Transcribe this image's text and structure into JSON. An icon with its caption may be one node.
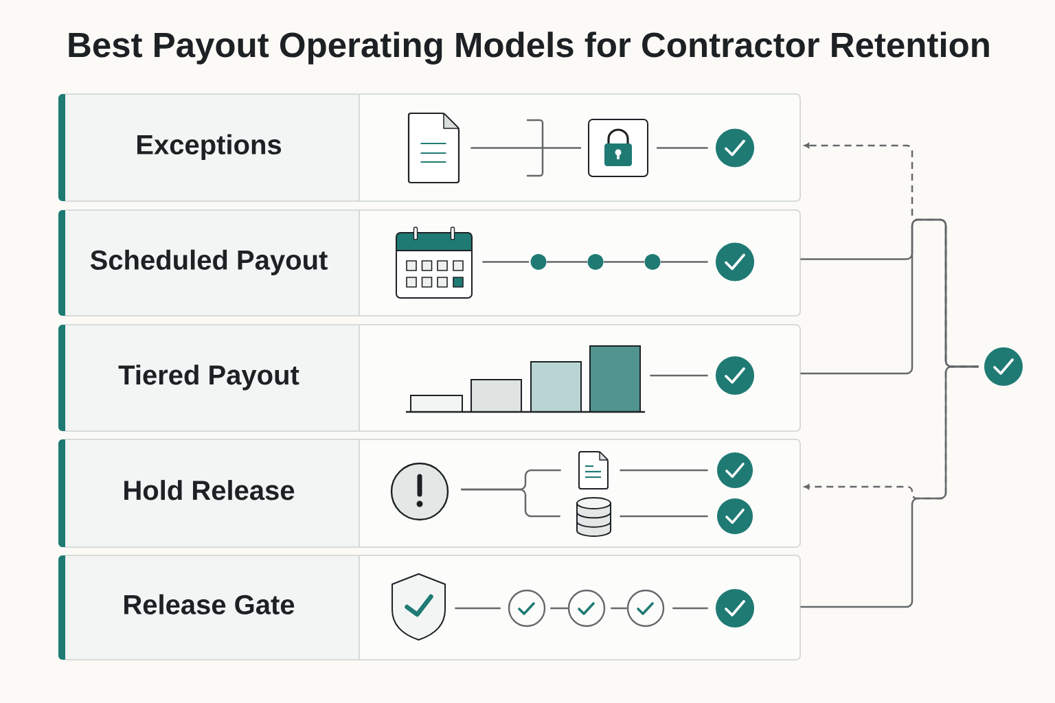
{
  "diagram": {
    "title": "Best Payout Operating Models for Contractor Retention",
    "nodes": [
      {
        "text": [
          "Exceptions"
        ]
      },
      {
        "text": [],
        "shape": "document",
        "in": 0
      },
      {
        "text": [],
        "shape": "box",
        "in": 0
      },
      {
        "text": [],
        "shape": "circle",
        "in": 0
      },
      {
        "text": [
          "Scheduled Payout"
        ]
      },
      {
        "text": [],
        "shape": "calendar",
        "in": 4
      },
      {
        "text": [],
        "shape": "circle",
        "in": 4
      },
      {
        "text": [],
        "shape": "circle",
        "in": 4
      },
      {
        "text": [],
        "shape": "circle",
        "in": 4
      },
      {
        "text": [],
        "shape": "circle",
        "in": 4
      },
      {
        "text": [
          "Tiered Payout"
        ]
      },
      {
        "text": [],
        "shape": "chart",
        "in": 10
      },
      {
        "text": [],
        "shape": "circle",
        "in": 10
      },
      {
        "text": [
          "Hold Release"
        ]
      },
      {
        "text": [],
        "shape": "circle",
        "in": 13
      },
      {
        "text": [],
        "shape": "document",
        "in": 13
      },
      {
        "text": [],
        "shape": "cylinder",
        "in": 13
      },
      {
        "text": [],
        "shape": "circle",
        "in": 13
      },
      {
        "text": [],
        "shape": "circle",
        "in": 13
      },
      {
        "text": [
          "Release Gate"
        ]
      },
      {
        "text": [],
        "shape": "shield",
        "in": 19
      },
      {
        "text": [],
        "shape": "circle",
        "in": 19
      },
      {
        "text": [],
        "shape": "circle",
        "in": 19
      },
      {
        "text": [],
        "shape": "circle",
        "in": 19
      },
      {
        "text": [],
        "shape": "circle",
        "in": 19
      },
      {
        "text": [],
        "shape": "circle"
      }
    ],
    "edges": [
      {
        "from": 1,
        "to": 2,
        "arrow": "none"
      },
      {
        "from": 2,
        "to": 3,
        "arrow": "none"
      },
      {
        "from": 5,
        "to": 6,
        "arrow": "none"
      },
      {
        "from": 6,
        "to": 7,
        "arrow": "none"
      },
      {
        "from": 7,
        "to": 8,
        "arrow": "none"
      },
      {
        "from": 8,
        "to": 9,
        "arrow": "none"
      },
      {
        "from": 11,
        "to": 12,
        "arrow": "none"
      },
      {
        "from": 14,
        "to": 15,
        "arrow": "none"
      },
      {
        "from": 14,
        "to": 16,
        "arrow": "none"
      },
      {
        "from": 15,
        "to": 17,
        "arrow": "none"
      },
      {
        "from": 16,
        "to": 18,
        "arrow": "none"
      },
      {
        "from": 20,
        "to": 21,
        "arrow": "none"
      },
      {
        "from": 21,
        "to": 22,
        "arrow": "none"
      },
      {
        "from": 22,
        "to": 23,
        "arrow": "none"
      },
      {
        "from": 23,
        "to": 24,
        "arrow": "none"
      },
      {
        "from": 4,
        "to": 25,
        "arrow": "none"
      },
      {
        "from": 10,
        "to": 25,
        "arrow": "none"
      },
      {
        "from": 19,
        "to": 25,
        "arrow": "none"
      },
      {
        "from": 25,
        "to": 0,
        "arrow": "to",
        "style": "dashed"
      },
      {
        "from": 25,
        "to": 13,
        "arrow": "to",
        "style": "dashed"
      }
    ]
  }
}
